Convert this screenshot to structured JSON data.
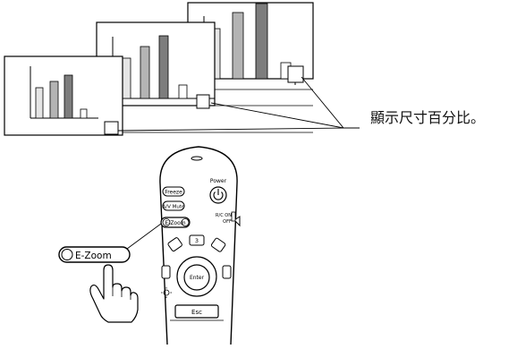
{
  "caption": "顯示尺寸百分比。",
  "remote": {
    "buttons": {
      "freeze": "Freeze",
      "av_mute": "A/V Mute",
      "e_zoom": "E-Zoom",
      "power": "Power",
      "enter": "Enter",
      "esc": "Esc",
      "num_3": "3",
      "rc_on": "R/C ON",
      "rc_off": "OFF"
    }
  },
  "callout": {
    "e_zoom_label": "E-Zoom"
  },
  "colors": {
    "line": "#000000",
    "bar_light": "#e6e6e6",
    "bar_mid": "#b4b4b4",
    "bar_dark": "#7d7d7d",
    "background": "#ffffff"
  }
}
